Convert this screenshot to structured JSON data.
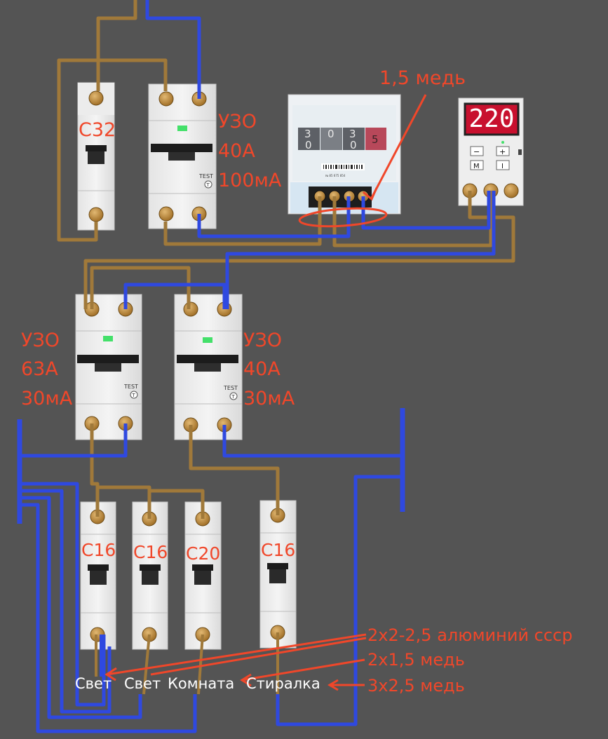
{
  "breakers": {
    "main": "С32",
    "group1": "С16",
    "group2": "С16",
    "group3": "С20",
    "group4": "С16"
  },
  "rcd_main": {
    "name": "УЗО",
    "current": "40А",
    "leakage": "100мА"
  },
  "rcd_left": {
    "name": "УЗО",
    "current": "63А",
    "leakage": "30мА"
  },
  "rcd_right": {
    "name": "УЗО",
    "current": "40А",
    "leakage": "30мА"
  },
  "rcd_test_label": "TEST",
  "rcd_test_symbol": "T",
  "meter": {
    "wire_note": "1,5 медь",
    "digits": [
      "3",
      "0",
      "3",
      "5"
    ],
    "digits_lower": [
      "0",
      "",
      "0",
      ""
    ],
    "serial": "№ 85 675 854"
  },
  "voltage_relay": {
    "display": "220",
    "buttons": [
      "−",
      "+",
      "M",
      "I"
    ]
  },
  "loads": [
    "Свет",
    "Свет",
    "Комната",
    "Стиралка"
  ],
  "cables": [
    "2х2-2,5 алюминий ссср",
    "2х1,5 медь",
    "3х2,5 медь"
  ],
  "colors": {
    "background": "#545454",
    "phase_wire": "#a0793a",
    "neutral_wire": "#2f49e0",
    "annotation": "#f0472a",
    "display_bg": "#c8102e"
  }
}
